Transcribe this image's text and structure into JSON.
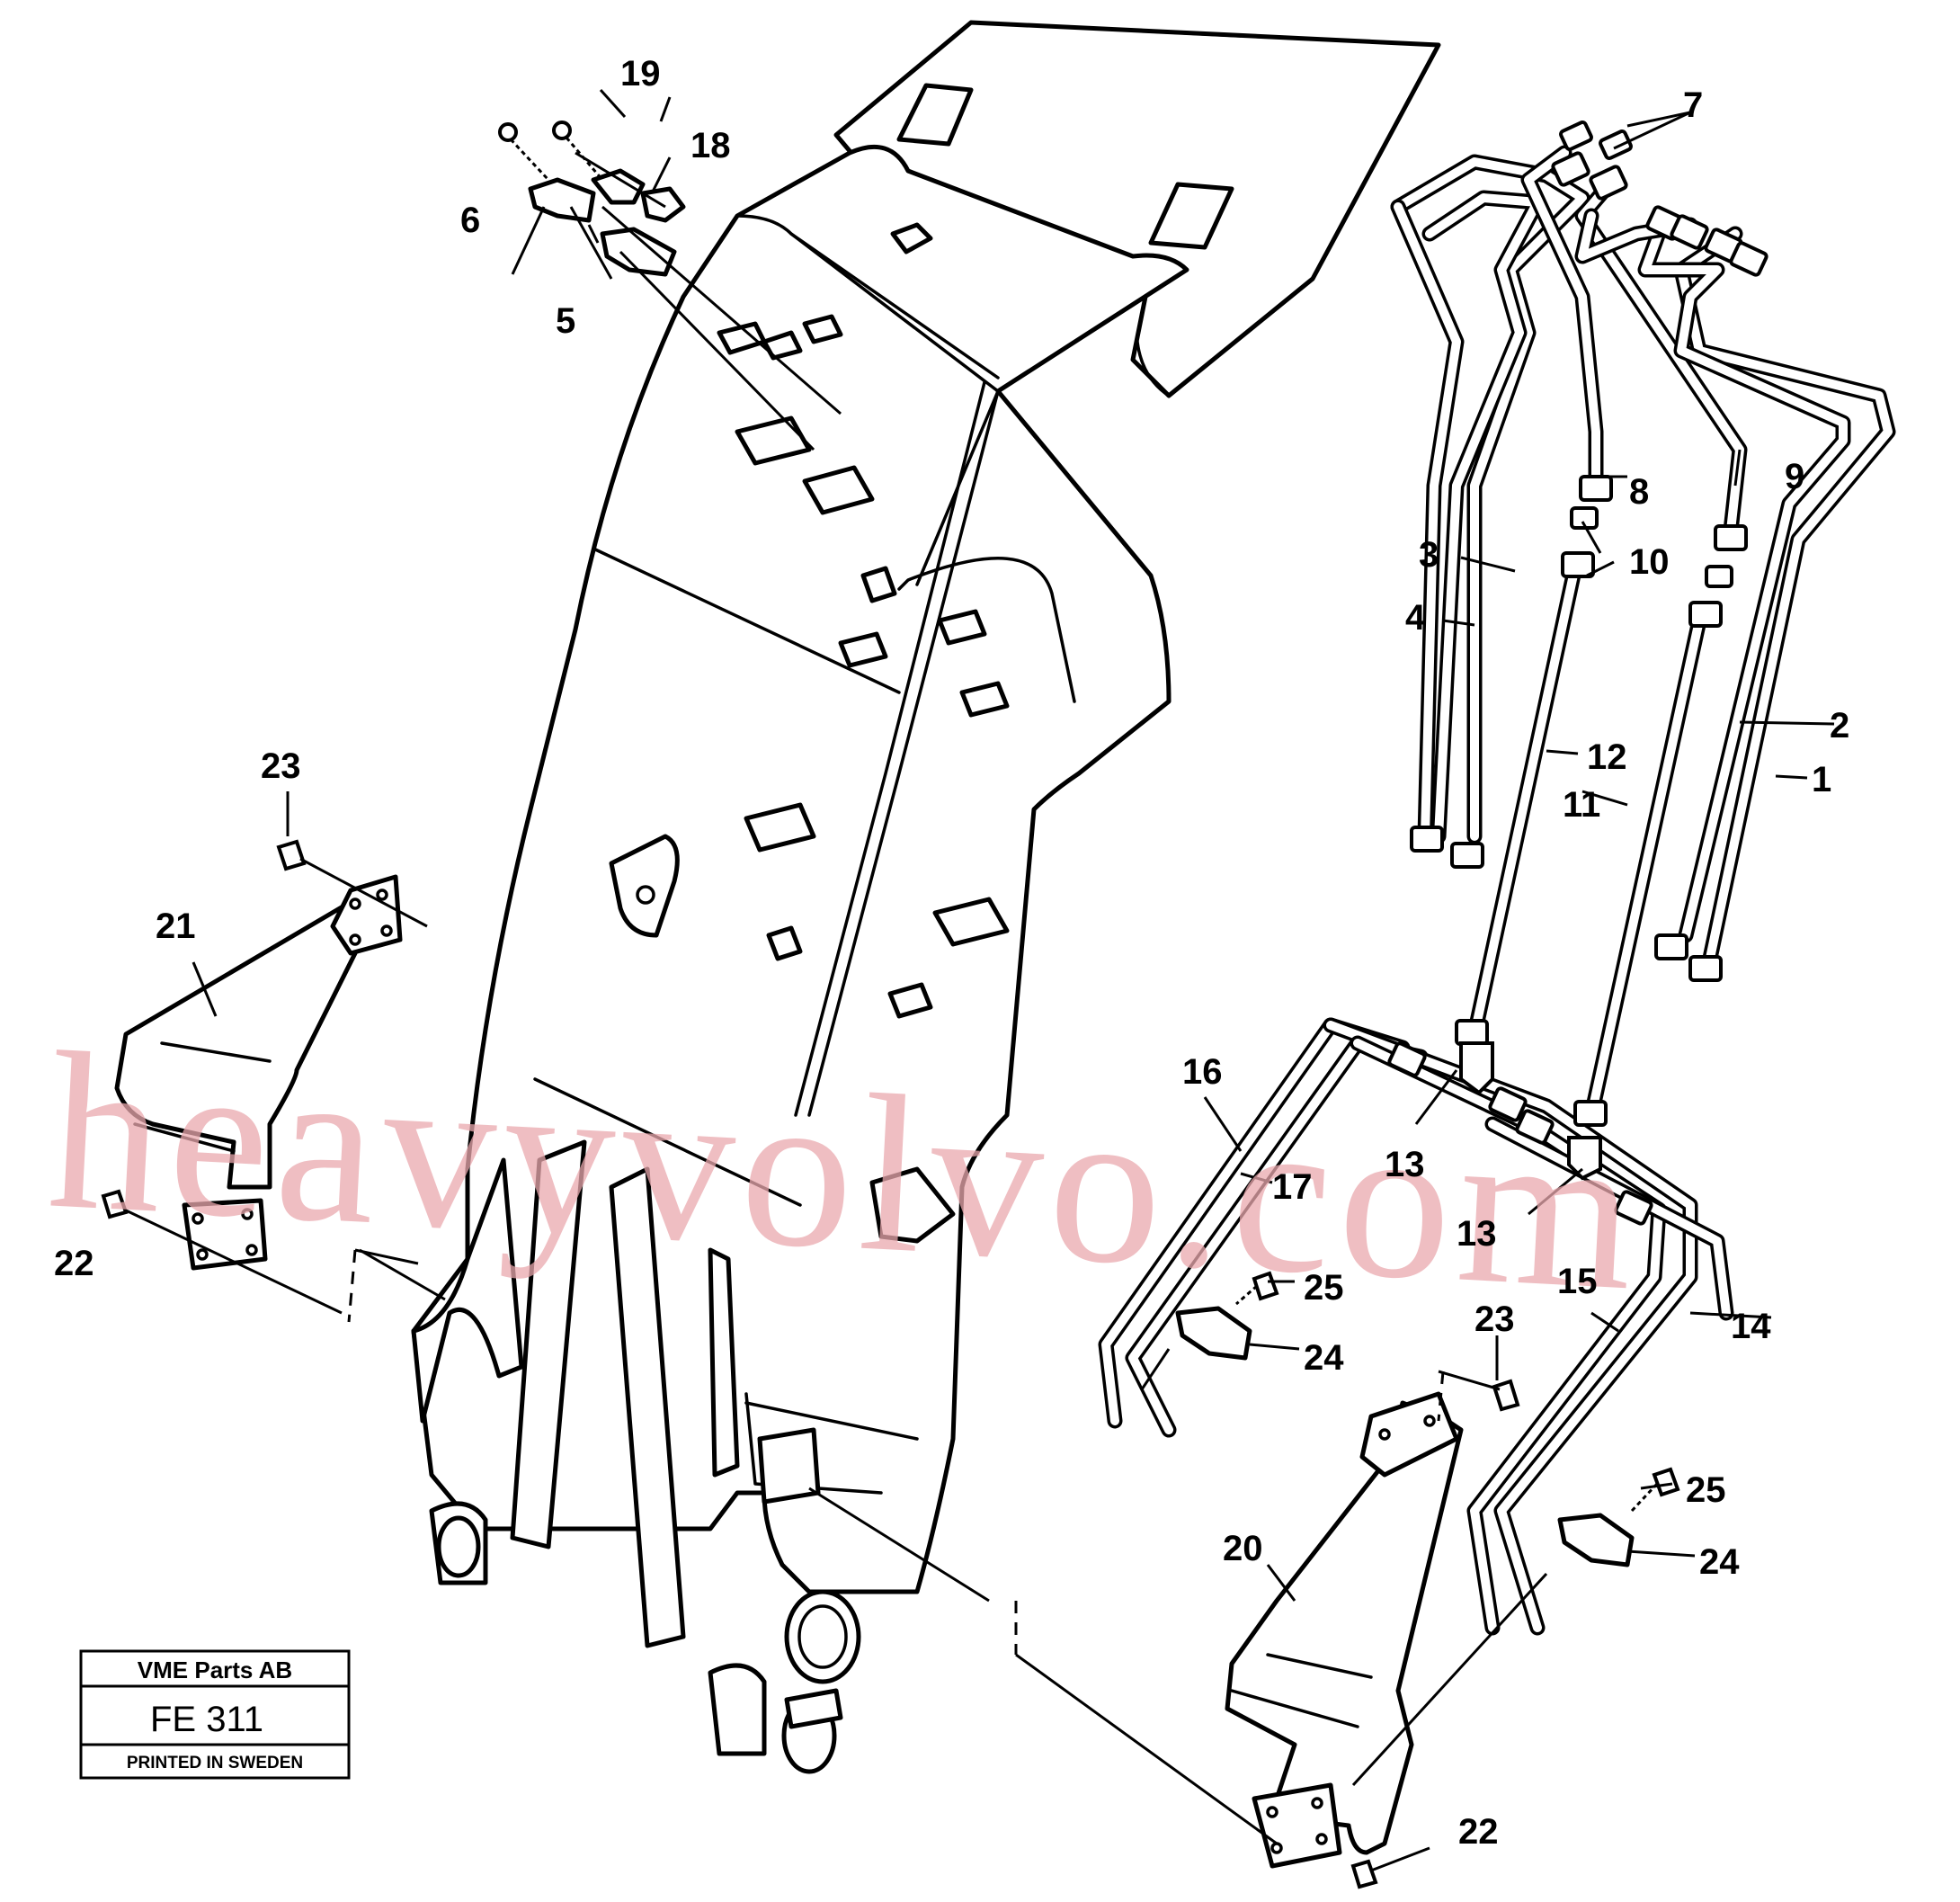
{
  "watermark": "heavyvolvo.com",
  "title_block": {
    "company": "VME Parts AB",
    "drawing_number": "FE 311",
    "footer": "PRINTED IN SWEDEN"
  },
  "callouts": {
    "c1": "1",
    "c2": "2",
    "c3": "3",
    "c4": "4",
    "c5": "5",
    "c6": "6",
    "c7": "7",
    "c8": "8",
    "c9": "9",
    "c10": "10",
    "c11": "11",
    "c12": "12",
    "c13a": "13",
    "c13b": "13",
    "c14": "14",
    "c15": "15",
    "c16": "16",
    "c17": "17",
    "c18": "18",
    "c19": "19",
    "c20": "20",
    "c21": "21",
    "c22a": "22",
    "c22b": "22",
    "c23a": "23",
    "c23b": "23",
    "c24a": "24",
    "c24b": "24",
    "c25a": "25",
    "c25b": "25"
  }
}
